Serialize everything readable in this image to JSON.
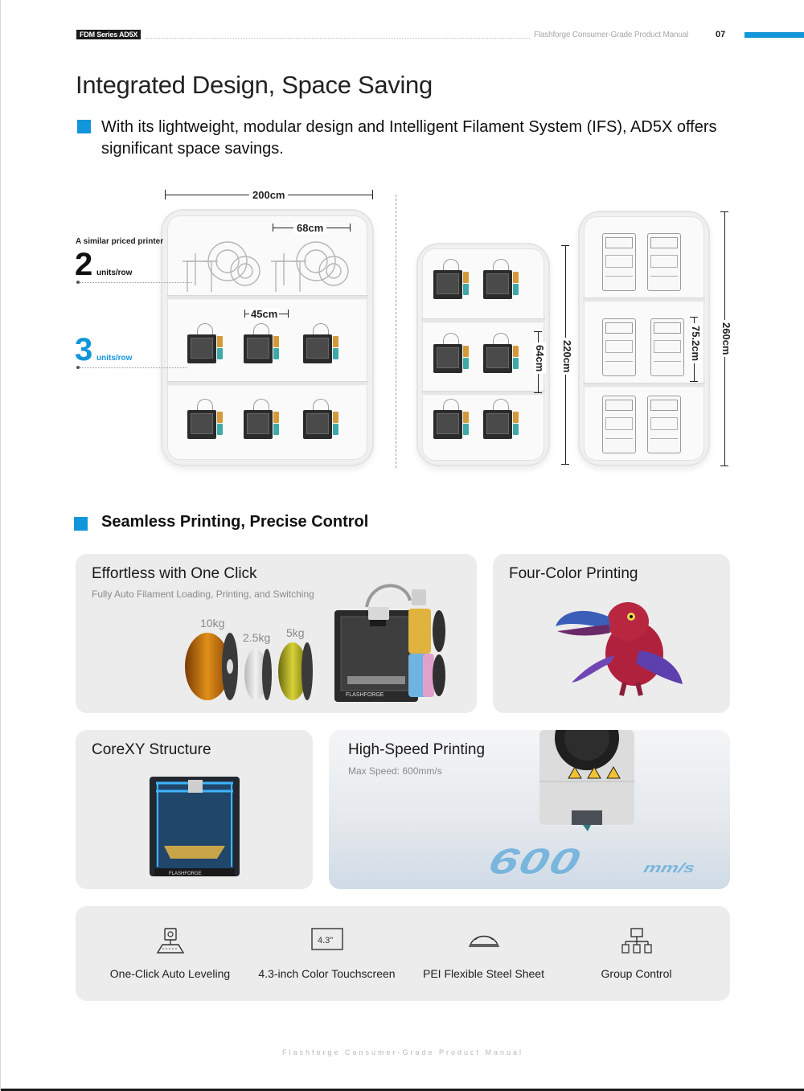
{
  "header": {
    "badge": "FDM Series AD5X",
    "manual": "Flashforge Consumer-Grade Product Manual",
    "page": "07"
  },
  "title": "Integrated Design, Space Saving",
  "lead": "With its lightweight, modular design and Intelligent Filament System (IFS), AD5X offers significant space savings.",
  "shelf_compare": {
    "width_total": "200cm",
    "similar_label": "A similar priced printer",
    "similar_count": "2",
    "units_label": "units/row",
    "ad5x_count": "3",
    "dim_68": "68cm",
    "dim_45": "45cm",
    "dim_64": "64cm",
    "dim_220": "220cm",
    "dim_75": "75.2cm",
    "dim_260": "260cm"
  },
  "section2": {
    "title": "Seamless Printing, Precise Control",
    "card_click": {
      "title": "Effortless with One Click",
      "subtitle": "Fully Auto Filament Loading, Printing, and Switching",
      "kg_10": "10kg",
      "kg_25": "2.5kg",
      "kg_5": "5kg",
      "brand": "FLASHFORGE"
    },
    "card_color": {
      "title": "Four-Color Printing"
    },
    "card_corexy": {
      "title": "CoreXY Structure",
      "brand": "FLASHFORGE"
    },
    "card_speed": {
      "title": "High-Speed Printing",
      "subtitle": "Max Speed: 600mm/s",
      "big": "600",
      "unit": "mm/s"
    }
  },
  "features": [
    {
      "label": "One-Click Auto Leveling",
      "icon": "auto-leveling-icon"
    },
    {
      "label": "4.3-inch Color Touchscreen",
      "icon": "touchscreen-icon",
      "screen_text": "4.3\""
    },
    {
      "label": "PEI Flexible Steel Sheet",
      "icon": "steel-sheet-icon"
    },
    {
      "label": "Group Control",
      "icon": "group-control-icon"
    }
  ],
  "footer": "Flashforge Consumer-Grade Product Manual",
  "colors": {
    "accent": "#1296db",
    "card": "#ececec",
    "text": "#1a1a1a"
  }
}
